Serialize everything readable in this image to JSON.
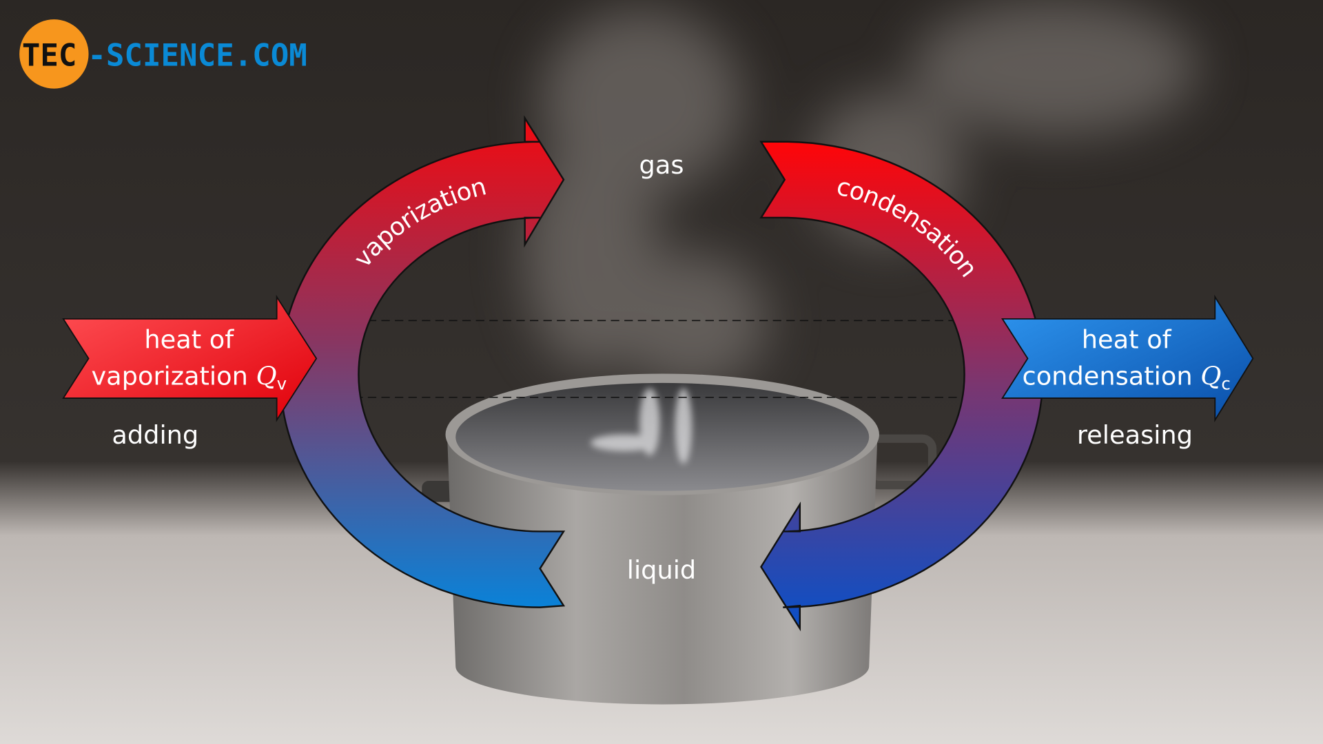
{
  "logo": {
    "part1": "TEC",
    "part2": "-SCIENCE.COM"
  },
  "states": {
    "gas": "gas",
    "liquid": "liquid"
  },
  "processes": {
    "vaporization": "vaporization",
    "condensation": "condensation"
  },
  "left_arrow": {
    "line1": "heat of",
    "line2": "vaporization ",
    "symbol": "Q",
    "subscript": "v",
    "caption": "adding"
  },
  "right_arrow": {
    "line1": "heat of",
    "line2": "condensation ",
    "symbol": "Q",
    "subscript": "c",
    "caption": "releasing"
  },
  "colors": {
    "red": "#f0101a",
    "blue": "#0a6fd0",
    "orange": "#f7961d",
    "logo_blue": "#0a8ad6"
  }
}
